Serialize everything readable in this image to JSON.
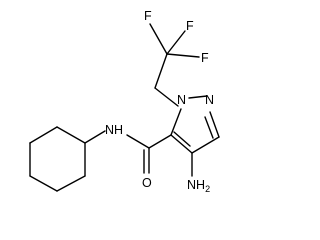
{
  "molecule": {
    "atoms": {
      "f1": "F",
      "f2": "F",
      "f3": "F",
      "n1": "N",
      "n2": "N",
      "nh": "NH",
      "o": "O",
      "nh2": "NH",
      "nh2_sub": "2"
    }
  },
  "colors": {
    "bond": "#000000",
    "label": "#000000",
    "background": "#ffffff"
  }
}
